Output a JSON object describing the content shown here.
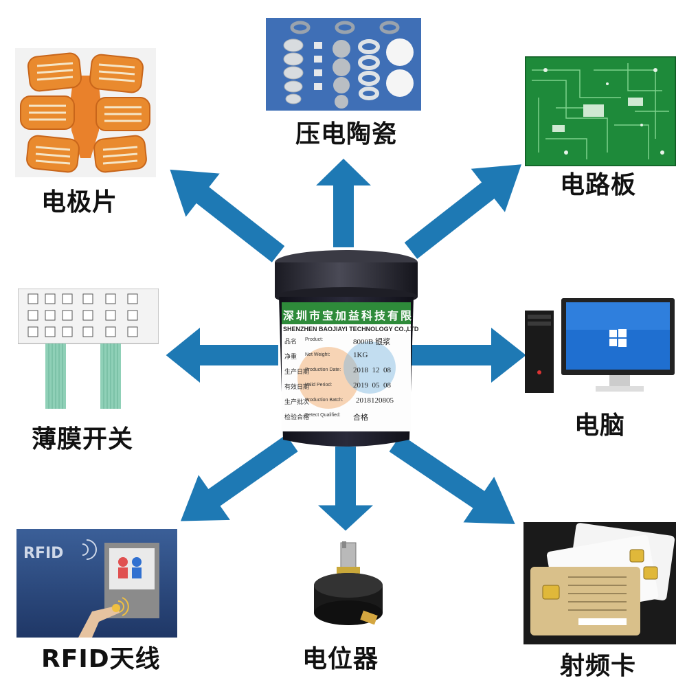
{
  "applications": {
    "electrode_pad": "电极片",
    "piezo_ceramic": "压电陶瓷",
    "circuit_board": "电路板",
    "membrane_switch": "薄膜开关",
    "computer": "电脑",
    "rfid_antenna": "RFID天线",
    "potentiometer": "电位器",
    "rf_card": "射频卡"
  },
  "product_label": {
    "company_cn": "深圳市宝加益科技有限公司",
    "company_en": "SHENZHEN BAOJIAYI TECHNOLOGY CO.,LTD",
    "rows": [
      {
        "label_cn": "品名",
        "label_en": "Product:",
        "value": "8000B 银浆"
      },
      {
        "label_cn": "净重",
        "label_en": "Net Weight:",
        "value": "1KG"
      },
      {
        "label_cn": "生产日期",
        "label_en": "Production Date:",
        "value": "2018  12  08"
      },
      {
        "label_cn": "有效日期",
        "label_en": "Valid Period:",
        "value": "2019  05  08"
      },
      {
        "label_cn": "生产批次",
        "label_en": "Production Batch:",
        "value": "2018120805"
      },
      {
        "label_cn": "检验合格",
        "label_en": "Detect Qualified:",
        "value": "合格"
      }
    ]
  },
  "rfid_image_text": "RFID",
  "colors": {
    "arrow": "#1e79b4",
    "jar": "#1c1c2a",
    "label_green": "#2e8b3a"
  }
}
